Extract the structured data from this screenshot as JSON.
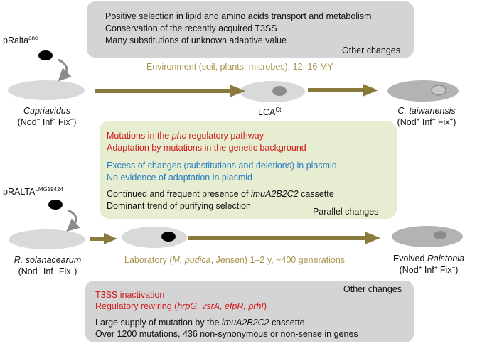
{
  "top_box": {
    "lines": [
      "Positive selection in lipid and amino acids transport and metabolism",
      "Conservation of the recently acquired T3SS",
      "Many substitutions of unknown adaptive value"
    ],
    "tag": "Other changes"
  },
  "plasmid_top": {
    "base": "pRalta",
    "sup": "anc"
  },
  "environment_label": "Environment (soil, plants, microbes), 12–16 MY",
  "cupriavidus": {
    "name": "Cupriavidus",
    "phenotype": {
      "nod": "Nod",
      "nod_sign": "−",
      "inf": "Inf",
      "inf_sign": "−",
      "fix": "Fix",
      "fix_sign": "−"
    }
  },
  "lca": {
    "base": "LCA",
    "sup": "Ct"
  },
  "taiwanensis": {
    "name": "C. taiwanensis",
    "phenotype": {
      "nod": "Nod",
      "nod_sign": "+",
      "inf": "Inf",
      "inf_sign": "+",
      "fix": "Fix",
      "fix_sign": "+"
    }
  },
  "parallel_box": {
    "red_lines": [
      {
        "pre": "Mutations in the ",
        "em": "phc",
        "post": " regulatory pathway"
      },
      {
        "pre": "Adaptation by mutations in the genetic background",
        "em": "",
        "post": ""
      }
    ],
    "blue_lines": [
      "Excess of changes (substitutions and deletions) in plasmid",
      "No evidence of adaptation in plasmid"
    ],
    "black_lines": [
      {
        "pre": "Continued and frequent presence of ",
        "em": "imuA2B2C2",
        "post": " cassette"
      },
      {
        "pre": "Dominant trend of purifying selection",
        "em": "",
        "post": ""
      }
    ],
    "tag": "Parallel changes"
  },
  "plasmid_bottom": {
    "base": "pRALTA",
    "sup": "LMG19424"
  },
  "solanacearum": {
    "name": "R. solanacearum",
    "phenotype": {
      "nod": "Nod",
      "nod_sign": "−",
      "inf": "Inf",
      "inf_sign": "−",
      "fix": "Fix",
      "fix_sign": "−"
    }
  },
  "laboratory_label": {
    "pre": "Laboratory (",
    "em": "M. pudica",
    "post": ", Jensen) 1–2 y, ~400 generations"
  },
  "evolved": {
    "pre": "Evolved ",
    "name": "Ralstonia",
    "phenotype": {
      "nod": "Nod",
      "nod_sign": "+",
      "inf": "Inf",
      "inf_sign": "+",
      "fix": "Fix",
      "fix_sign": "−"
    }
  },
  "bottom_box": {
    "tag": "Other changes",
    "red_line1": "T3SS inactivation",
    "red_line2": {
      "pre": "Regulatory rewiring (",
      "em": "hrpG, vsrA, efpR, prhI",
      "post": ")"
    },
    "black_line1": {
      "pre": "Large supply of mutation by the ",
      "em": "imuA2B2C2",
      "post": " cassette"
    },
    "black_line2": "Over 1200 mutations, 436 non-synonymous or non-sense in genes"
  },
  "colors": {
    "gray_box": "#d4d4d4",
    "green_box": "#e6edd0",
    "arrow": "#8a7a3c",
    "cell": "#d9d9d9",
    "cell_dark": "#b3b3b3",
    "red_text": "#d11a1a",
    "blue_text": "#2a7fc0",
    "olive_text": "#a8944c"
  }
}
